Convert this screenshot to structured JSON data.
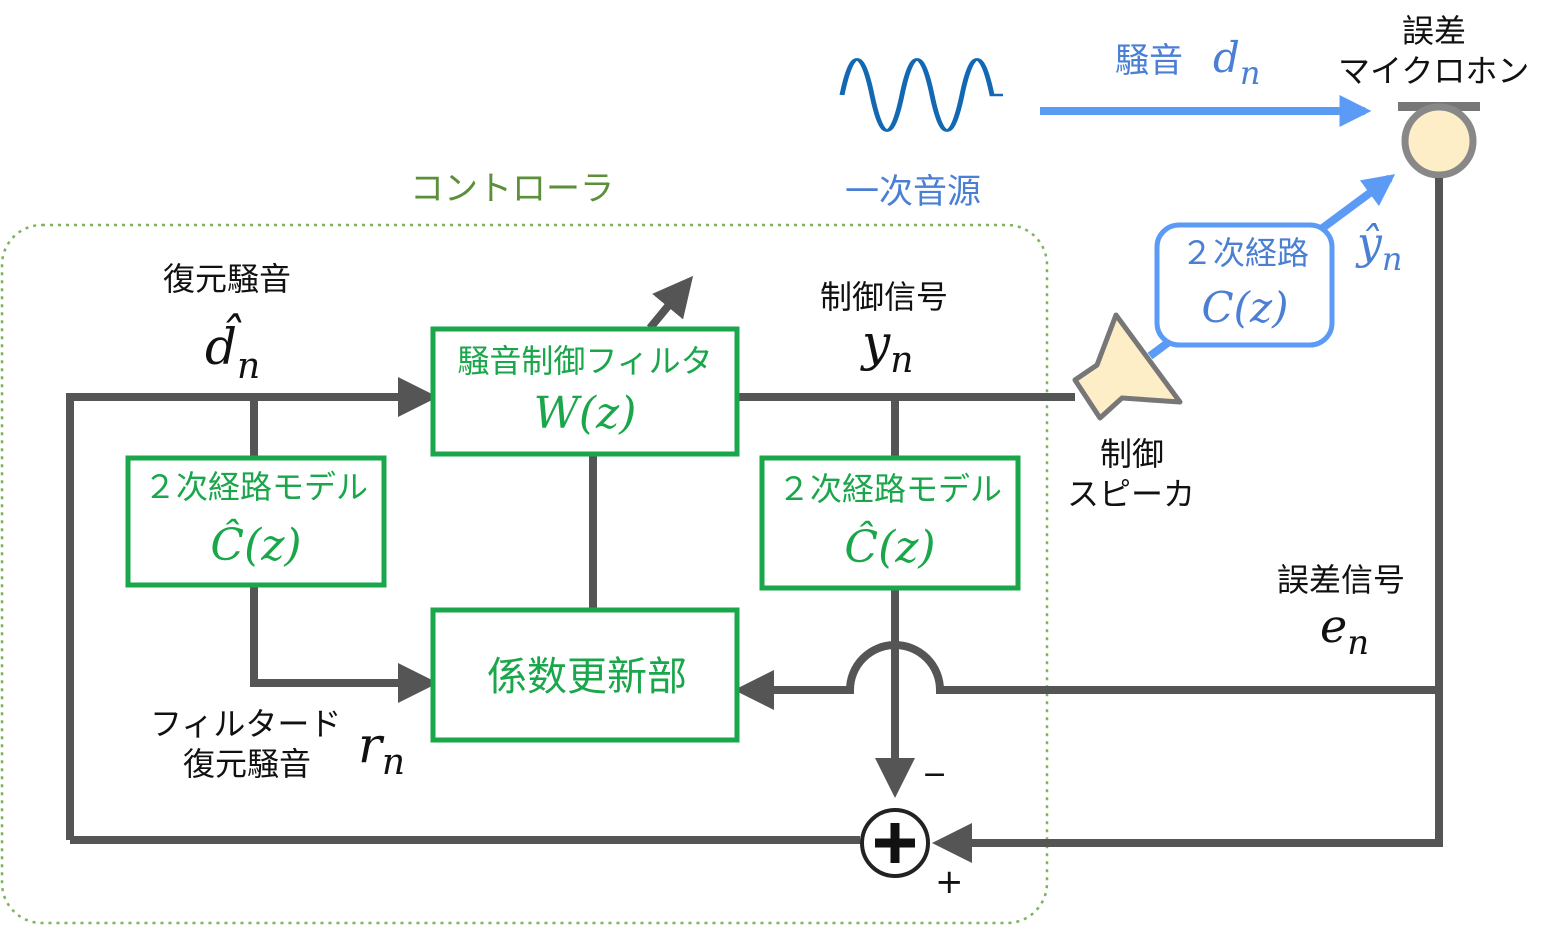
{
  "controller": {
    "label": "コントローラ",
    "color": "#5b8f3a"
  },
  "primary_source": {
    "label": "一次音源",
    "color": "#4a7fd4"
  },
  "noise": {
    "label": "騒音",
    "symbol": "d",
    "subscript": "n",
    "color": "#4a7fd4"
  },
  "error_mic": {
    "label_line1": "誤差",
    "label_line2": "マイクロホン"
  },
  "secondary_path": {
    "label": "２次経路",
    "func": "C(z)",
    "color": "#4a7fd4"
  },
  "yhat": {
    "symbol": "ŷ",
    "subscript": "n"
  },
  "restored_noise": {
    "label": "復元騒音",
    "symbol": "d̂",
    "subscript": "n"
  },
  "control_signal": {
    "label": "制御信号",
    "symbol": "y",
    "subscript": "n"
  },
  "noise_filter": {
    "label": "騒音制御フィルタ",
    "func": "W(z)"
  },
  "model_left": {
    "label": "２次経路モデル",
    "func": "Ĉ(z)"
  },
  "model_right": {
    "label": "２次経路モデル",
    "func": "Ĉ(z)"
  },
  "updater": {
    "label": "係数更新部"
  },
  "speaker": {
    "label_line1": "制御",
    "label_line2": "スピーカ"
  },
  "error_signal": {
    "label": "誤差信号",
    "symbol": "e",
    "subscript": "n"
  },
  "filtered": {
    "label_line1": "フィルタード",
    "label_line2": "復元騒音",
    "symbol": "r",
    "subscript": "n"
  },
  "summer": {
    "minus": "−",
    "plus": "+"
  },
  "colors": {
    "block_green": "#1aa64a",
    "wire": "#555555",
    "blue": "#5b9bf5",
    "speaker_fill": "#fdeec8",
    "mic_fill": "#fdeec8"
  }
}
